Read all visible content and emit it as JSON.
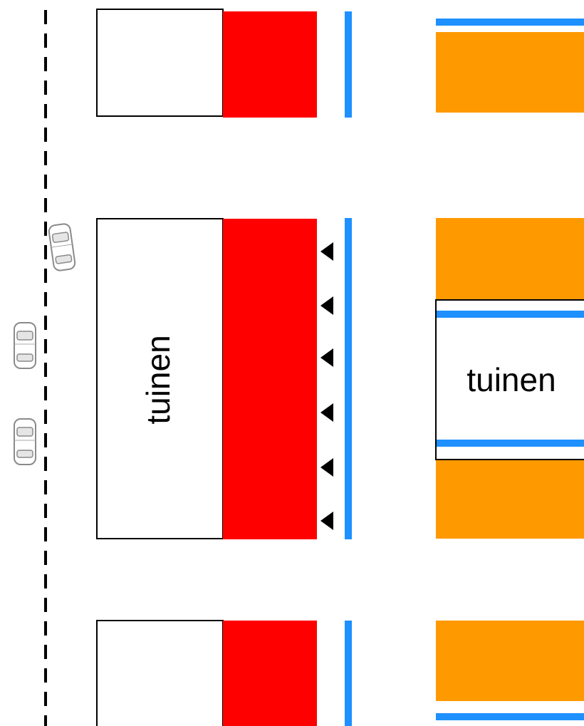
{
  "colors": {
    "garden_fill": "#ffffff",
    "garden_stroke": "#000000",
    "red_zone": "#ff0000",
    "blue_line": "#1e90ff",
    "orange_block": "#ff9900",
    "arrow": "#000000",
    "dashed_line": "#000000",
    "car_outline": "#8a8a8a"
  },
  "labels": {
    "garden_left": "tuinen",
    "garden_right": "tuinen"
  },
  "icons": {
    "car": "car-top-view-icon",
    "arrow": "triangle-left-icon"
  },
  "counts": {
    "cars": 3,
    "arrows": 6
  }
}
